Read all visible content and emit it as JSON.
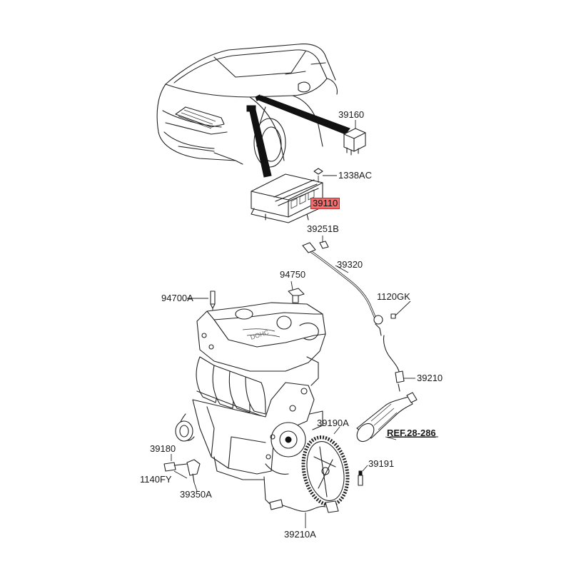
{
  "labels": {
    "p39160": "39160",
    "p1338ac": "1338AC",
    "p39110": "39110",
    "p39251b": "39251B",
    "p39320": "39320",
    "p94750": "94750",
    "p94700a": "94700A",
    "p1120gk": "1120GK",
    "p39210": "39210",
    "p39190a": "39190A",
    "pref": "REF.28-286",
    "p39180": "39180",
    "p1140fy": "1140FY",
    "p39350a": "39350A",
    "p39191": "39191",
    "p39210a": "39210A"
  },
  "colors": {
    "highlight": "#f06d6d",
    "line": "#222222",
    "background": "#ffffff"
  }
}
